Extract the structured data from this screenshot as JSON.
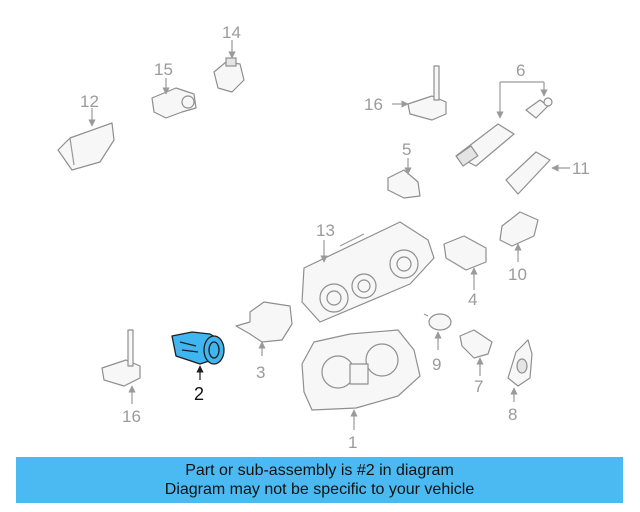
{
  "callouts": {
    "c1": "1",
    "c2": "2",
    "c3": "3",
    "c4": "4",
    "c5": "5",
    "c6": "6",
    "c7": "7",
    "c8": "8",
    "c9": "9",
    "c10": "10",
    "c11": "11",
    "c12": "12",
    "c13": "13",
    "c14": "14",
    "c15": "15",
    "c16a": "16",
    "c16b": "16"
  },
  "highlight": {
    "part": "2",
    "color": "#40b6f0"
  },
  "banner": {
    "line1": "Part or sub-assembly is #2 in diagram",
    "line2": "Diagram may not be specific to your vehicle",
    "background": "#4bbaf2"
  }
}
